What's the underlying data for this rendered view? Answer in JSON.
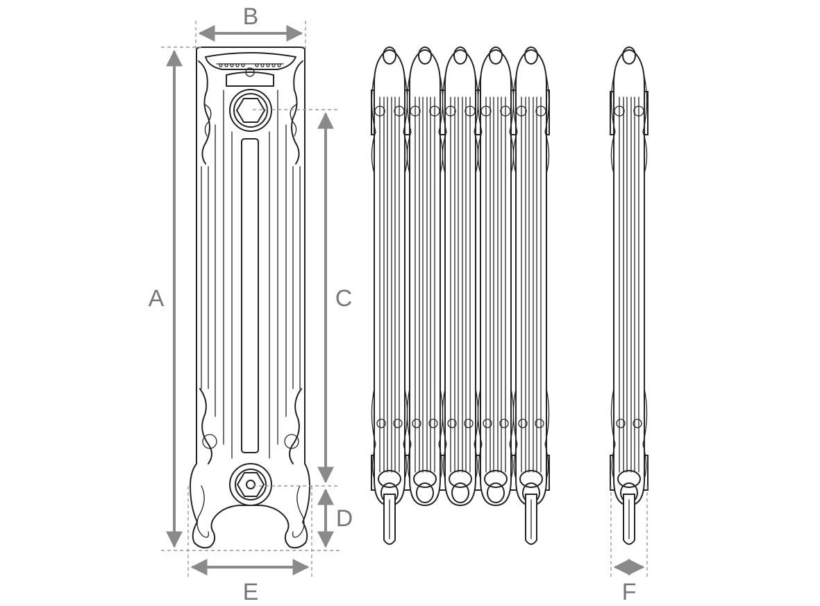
{
  "dimensions": {
    "A": "A",
    "B": "B",
    "C": "C",
    "D": "D",
    "E": "E",
    "F": "F"
  },
  "colors": {
    "ink": "#222222",
    "dimension": "#8a8a8a",
    "guide": "#999999",
    "background": "#ffffff"
  },
  "views": {
    "front_section_count": 1,
    "side_section_count": 5,
    "end_section_count": 1
  }
}
